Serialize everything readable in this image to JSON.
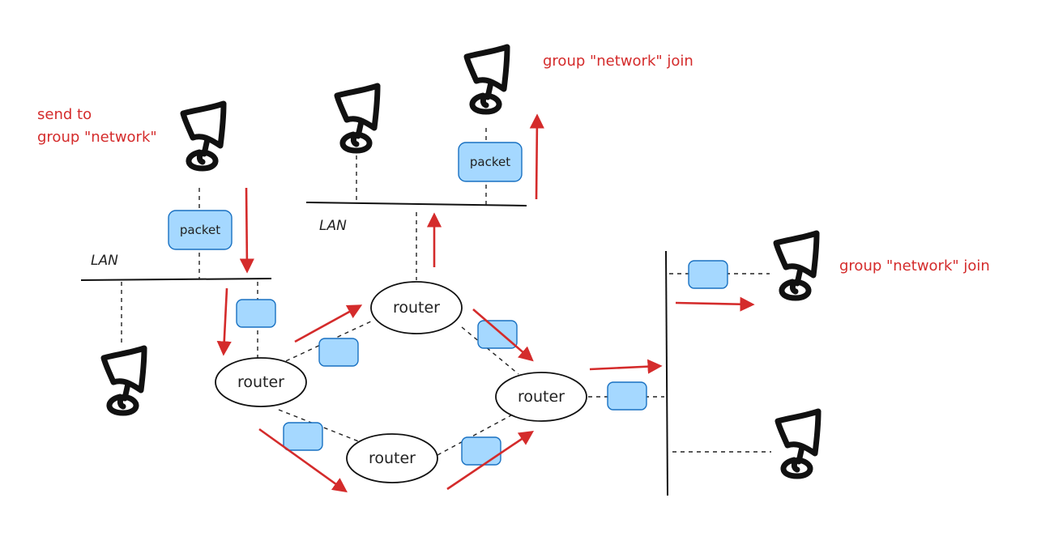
{
  "labels": {
    "send_to_line1": "send to",
    "send_to_line2": "group \"network\"",
    "join_top": "group \"network\" join",
    "join_right": "group \"network\" join",
    "lan_left": "LAN",
    "lan_top": "LAN"
  },
  "packet_label": "packet",
  "router_label": "router",
  "colors": {
    "arrow": "#d42b2b",
    "packet_fill": "#a5d8ff",
    "packet_stroke": "#1971c2",
    "ink": "#111111"
  },
  "icons": {
    "host": "computer-host-icon",
    "router": "router-ellipse",
    "packet": "packet-box"
  }
}
